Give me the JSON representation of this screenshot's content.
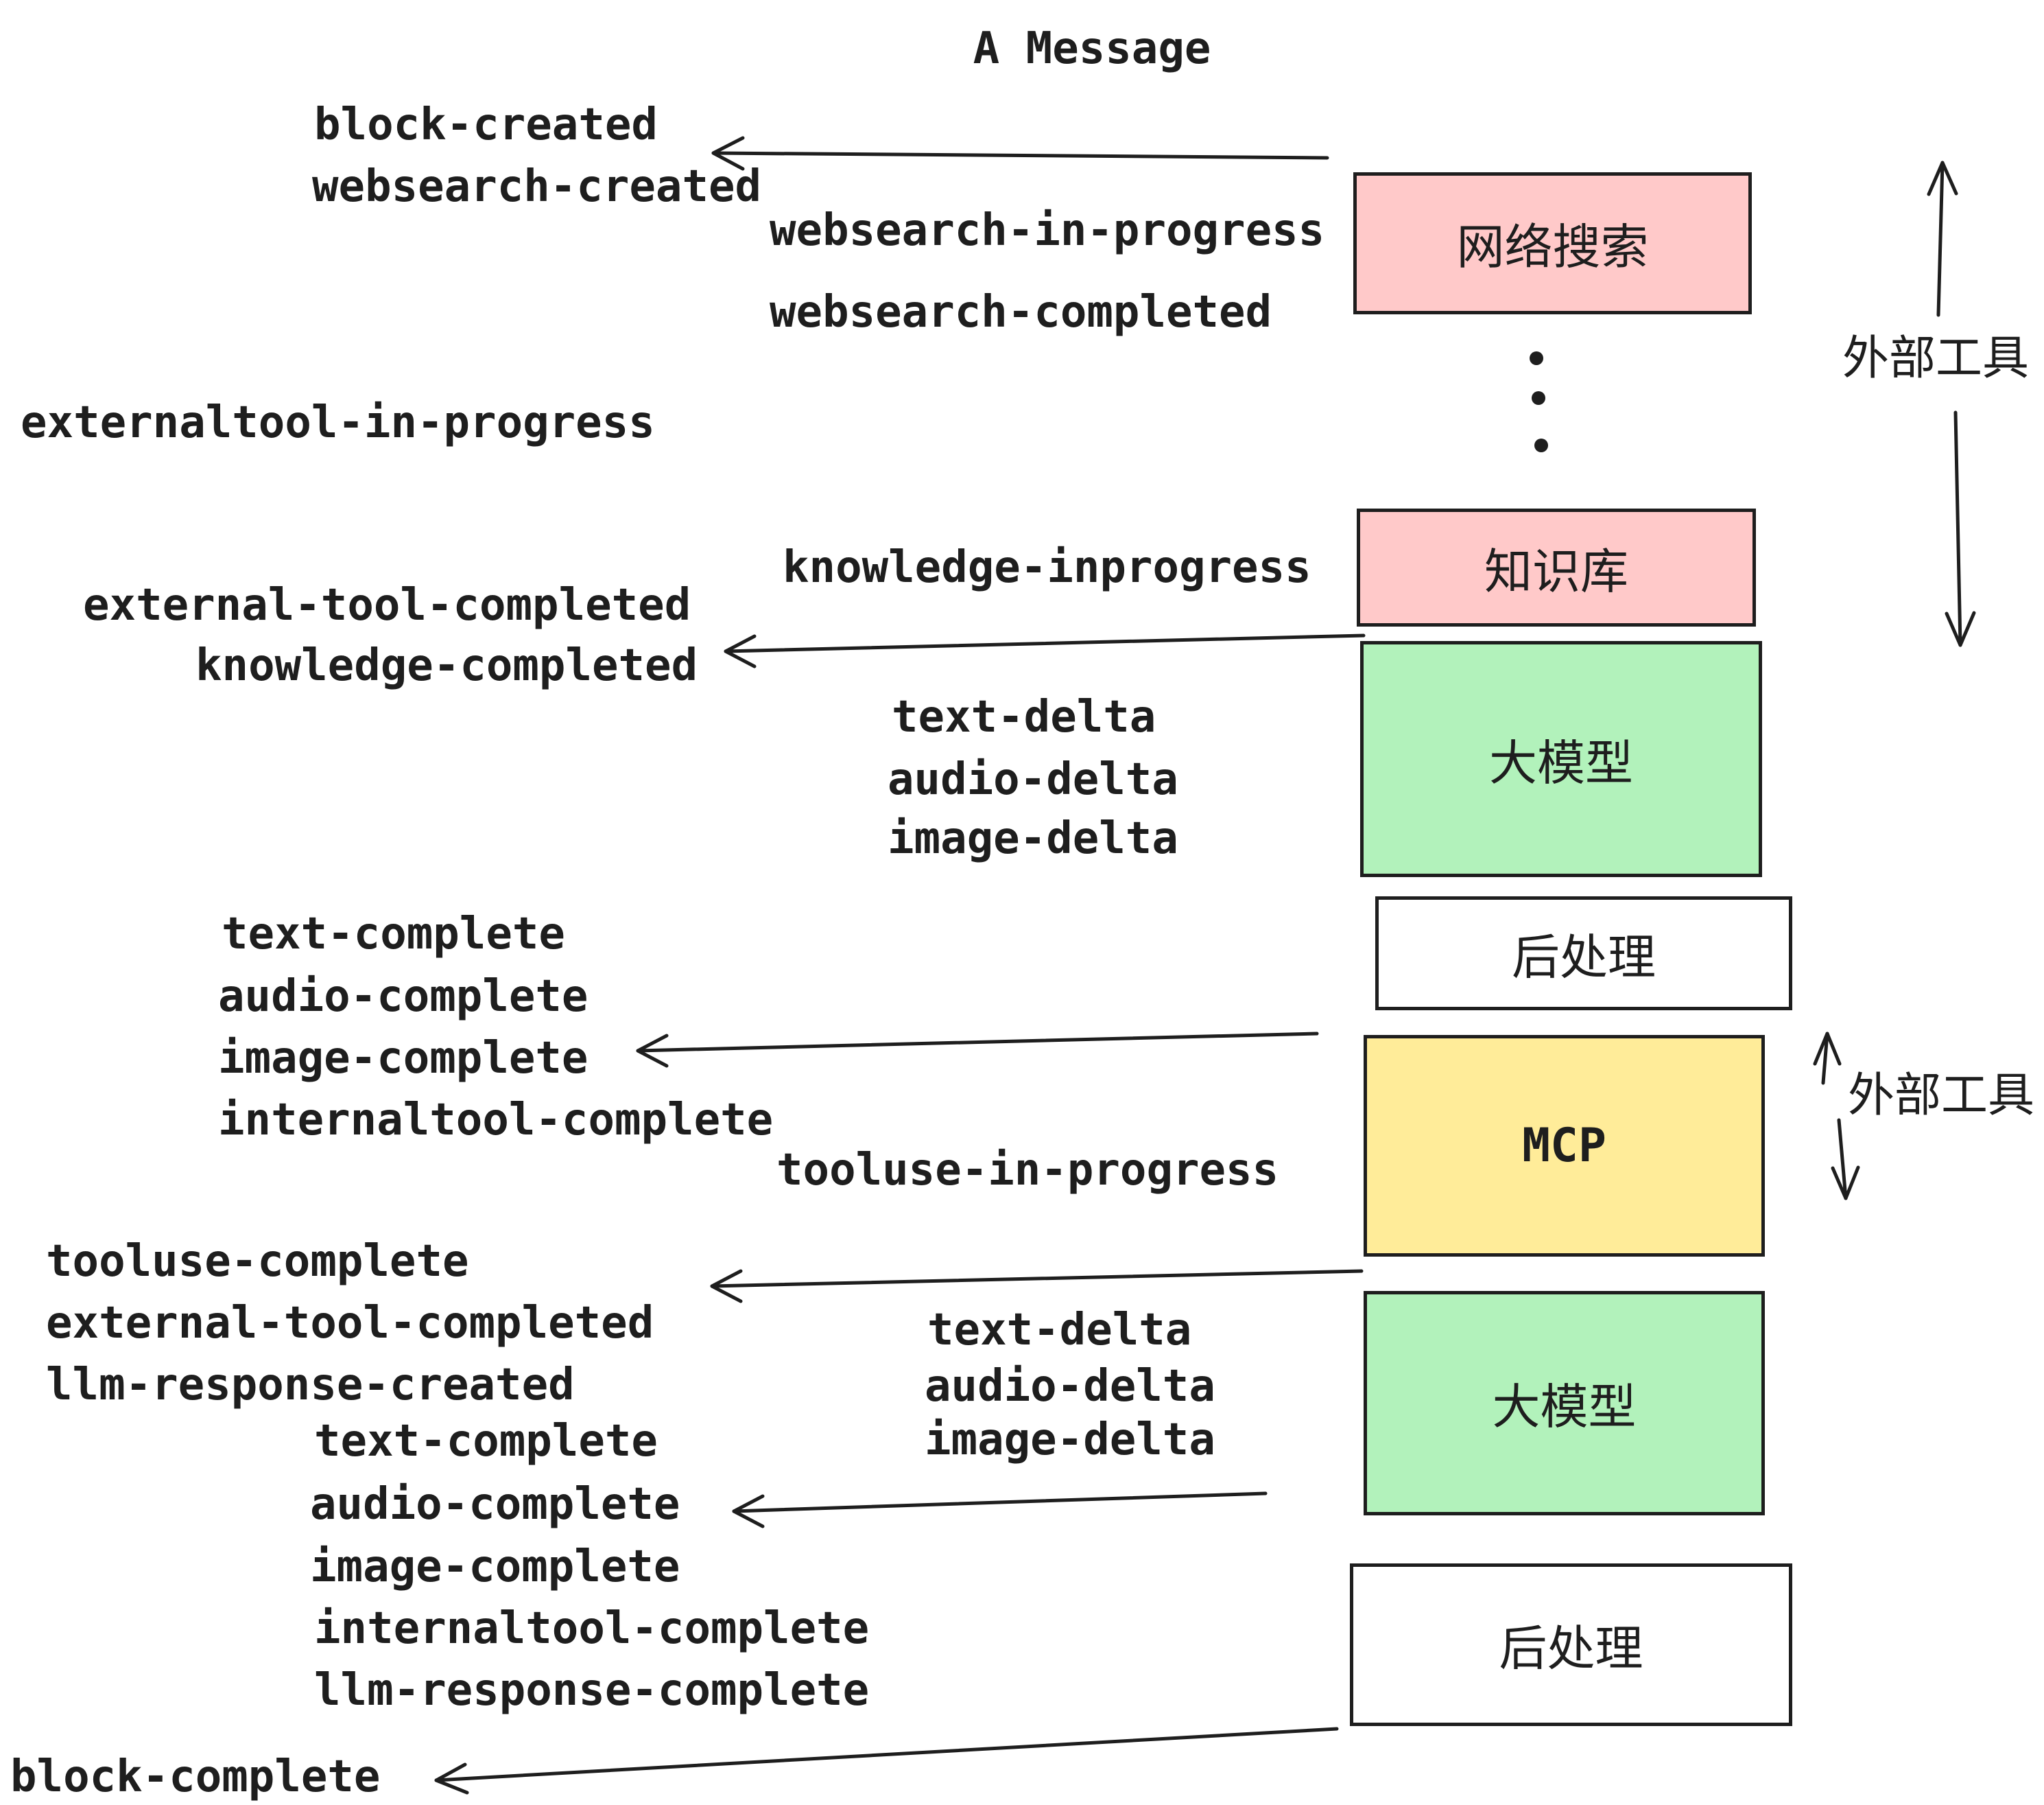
{
  "title": "A Message",
  "colors": {
    "pink": "#FFC9C9",
    "green": "#B2F2BB",
    "yellow": "#FFEC99",
    "white": "#FFFFFF",
    "ink": "#1e1e1e"
  },
  "boxes": {
    "websearch": "网络搜索",
    "knowledge": "知识库",
    "llm_top": "大模型",
    "post_top": "后处理",
    "mcp": "MCP",
    "llm_bottom": "大模型",
    "post_bottom": "后处理"
  },
  "annotations": {
    "external_tool_top": "外部工具",
    "external_tool_mcp": "外部工具"
  },
  "events": {
    "block_created": "block-created",
    "websearch_created": "websearch-created",
    "websearch_in_progress": "websearch-in-progress",
    "websearch_completed": "websearch-completed",
    "externaltool_in_progress": "externaltool-in-progress",
    "knowledge_inprogress": "knowledge-inprogress",
    "external_tool_completed_1": "external-tool-completed",
    "knowledge_completed": "knowledge-completed",
    "text_delta_1": "text-delta",
    "audio_delta_1": "audio-delta",
    "image_delta_1": "image-delta",
    "text_complete_1": "text-complete",
    "audio_complete_1": "audio-complete",
    "image_complete_1": "image-complete",
    "internaltool_complete_1": "internaltool-complete",
    "tooluse_in_progress": "tooluse-in-progress",
    "tooluse_complete": "tooluse-complete",
    "external_tool_completed_2": "external-tool-completed",
    "llm_response_created": "llm-response-created",
    "text_delta_2": "text-delta",
    "audio_delta_2": "audio-delta",
    "image_delta_2": "image-delta",
    "text_complete_2": "text-complete",
    "audio_complete_2": "audio-complete",
    "image_complete_2": "image-complete",
    "internaltool_complete_2": "internaltool-complete",
    "llm_response_complete": "llm-response-complete",
    "block_complete": "block-complete"
  }
}
